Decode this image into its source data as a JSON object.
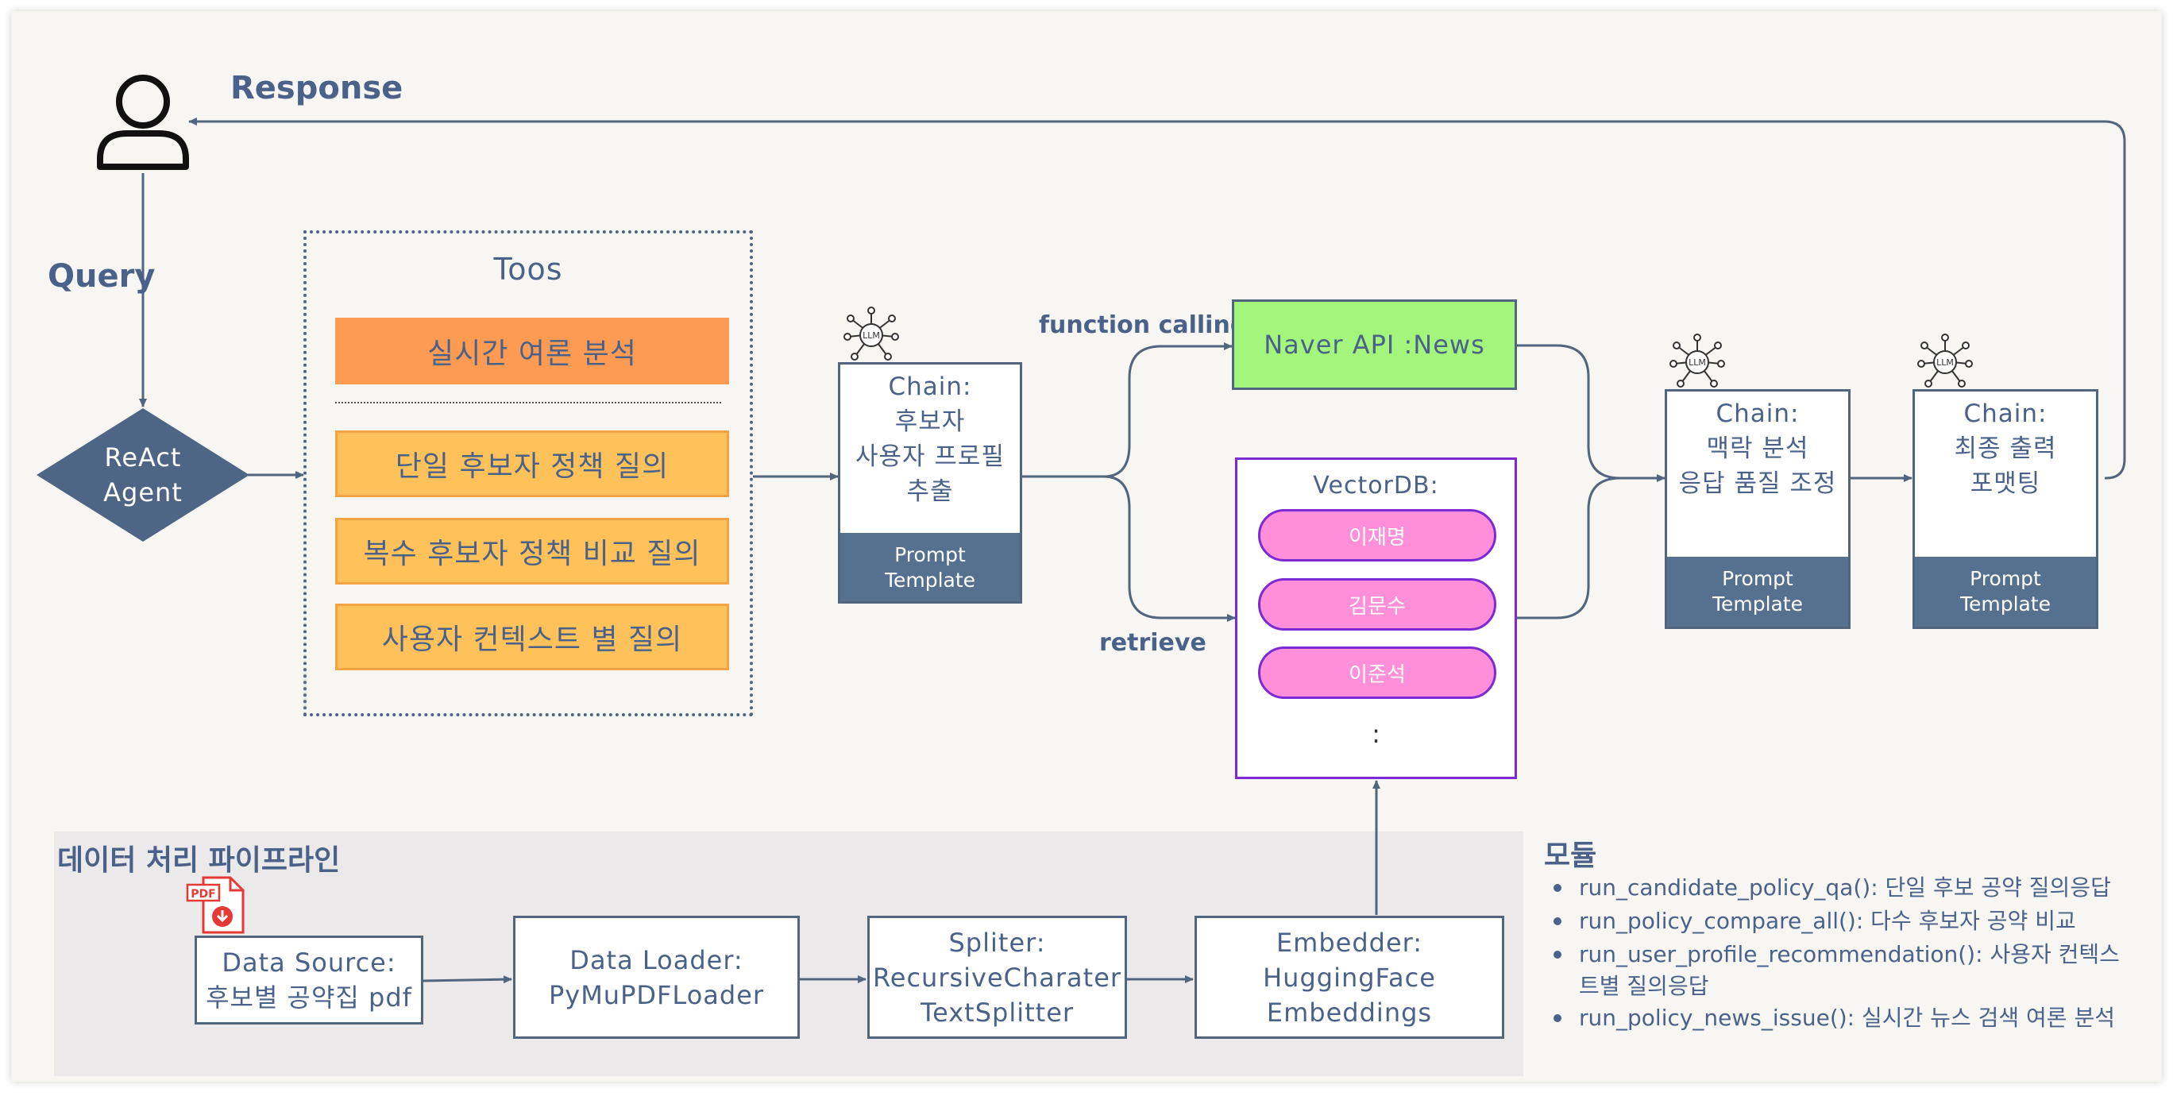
{
  "labels": {
    "response": "Response",
    "query": "Query",
    "function_calling": "function calling",
    "retrieve": "retrieve"
  },
  "agent": {
    "line1": "ReAct",
    "line2": "Agent"
  },
  "tools": {
    "title": "Toos",
    "realtime": "실시간 여론 분석",
    "items": [
      "단일 후보자 정책 질의",
      "복수 후보자 정책 비교 질의",
      "사용자 컨텍스트 별 질의"
    ]
  },
  "chain1": {
    "title": "Chain:",
    "lines": [
      "후보자",
      "사용자 프로필",
      "추출"
    ],
    "footer": [
      "Prompt",
      "Template"
    ]
  },
  "naver": {
    "label": "Naver API :News"
  },
  "vectordb": {
    "title": "VectorDB:",
    "items": [
      "이재명",
      "김문수",
      "이준석"
    ],
    "more": ":"
  },
  "chain2": {
    "title": "Chain:",
    "lines": [
      "맥락 분석",
      "응답 품질 조정"
    ],
    "footer": [
      "Prompt",
      "Template"
    ]
  },
  "chain3": {
    "title": "Chain:",
    "lines": [
      "최종 출력",
      "포맷팅"
    ],
    "footer": [
      "Prompt",
      "Template"
    ]
  },
  "llm_icon_text": "LLM",
  "pipeline": {
    "title": "데이터 처리 파이프라인",
    "pdf_icon_text": "PDF",
    "source": [
      "Data Source:",
      "후보별 공약집 pdf"
    ],
    "loader": [
      "Data Loader:",
      "PyMuPDFLoader"
    ],
    "splitter": [
      "Spliter:",
      "RecursiveCharater",
      "TextSplitter"
    ],
    "embedder": [
      "Embedder:",
      "HuggingFace",
      "Embeddings"
    ]
  },
  "modules": {
    "title": "모듈",
    "items": [
      "run_candidate_policy_qa(): 단일 후보 공약 질의응답",
      "run_policy_compare_all(): 다수 후보자 공약 비교",
      "run_user_profile_recommendation(): 사용자 컨텍스",
      "트별 질의응답",
      "run_policy_news_issue(): 실시간 뉴스 검색 여론 분석"
    ]
  },
  "colors": {
    "title_blue": "#4a628a",
    "box_border": "#51657f",
    "footer_bg": "#56708f",
    "tool_orange": "#fe9b52",
    "tool_yellow": "#ffc15a",
    "naver_green": "#a4f57c",
    "vector_purple": "#7b2ad6",
    "pill_pink": "#ff8fd8",
    "diamond": "#4f6585"
  }
}
